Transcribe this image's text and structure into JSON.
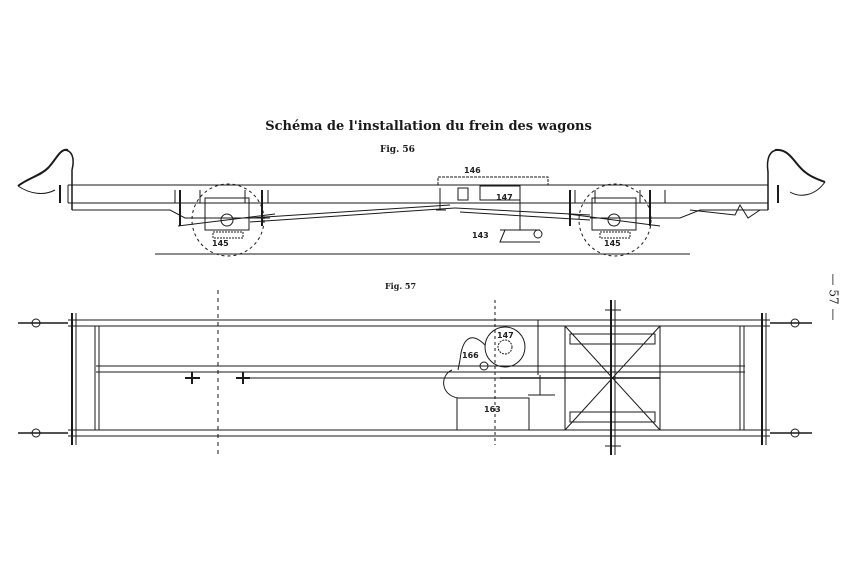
{
  "title": "Schéma de l'installation du frein des wagons",
  "figures": {
    "fig56": "Fig. 56",
    "fig57": "Fig. 57"
  },
  "page_number": "— 57 —",
  "labels": {
    "l145a": "145",
    "l145b": "145",
    "l146": "146",
    "l147": "147",
    "l147b": "147",
    "l143": "143",
    "l166": "166",
    "l163": "163"
  },
  "colors": {
    "ink": "#1a1a1a",
    "paper": "#ffffff"
  }
}
